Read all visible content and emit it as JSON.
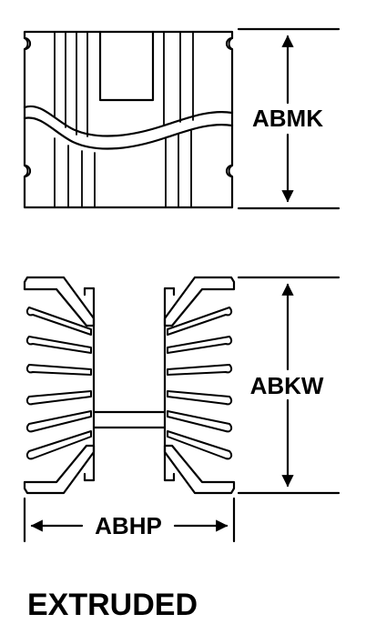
{
  "labels": {
    "height_top": "ABMK",
    "height_bottom": "ABKW",
    "width_bottom": "ABHP",
    "caption": "EXTRUDED"
  },
  "colors": {
    "line": "#000000",
    "background": "#ffffff"
  },
  "icons": {
    "arrowhead": "solid-triangle-arrowhead"
  }
}
